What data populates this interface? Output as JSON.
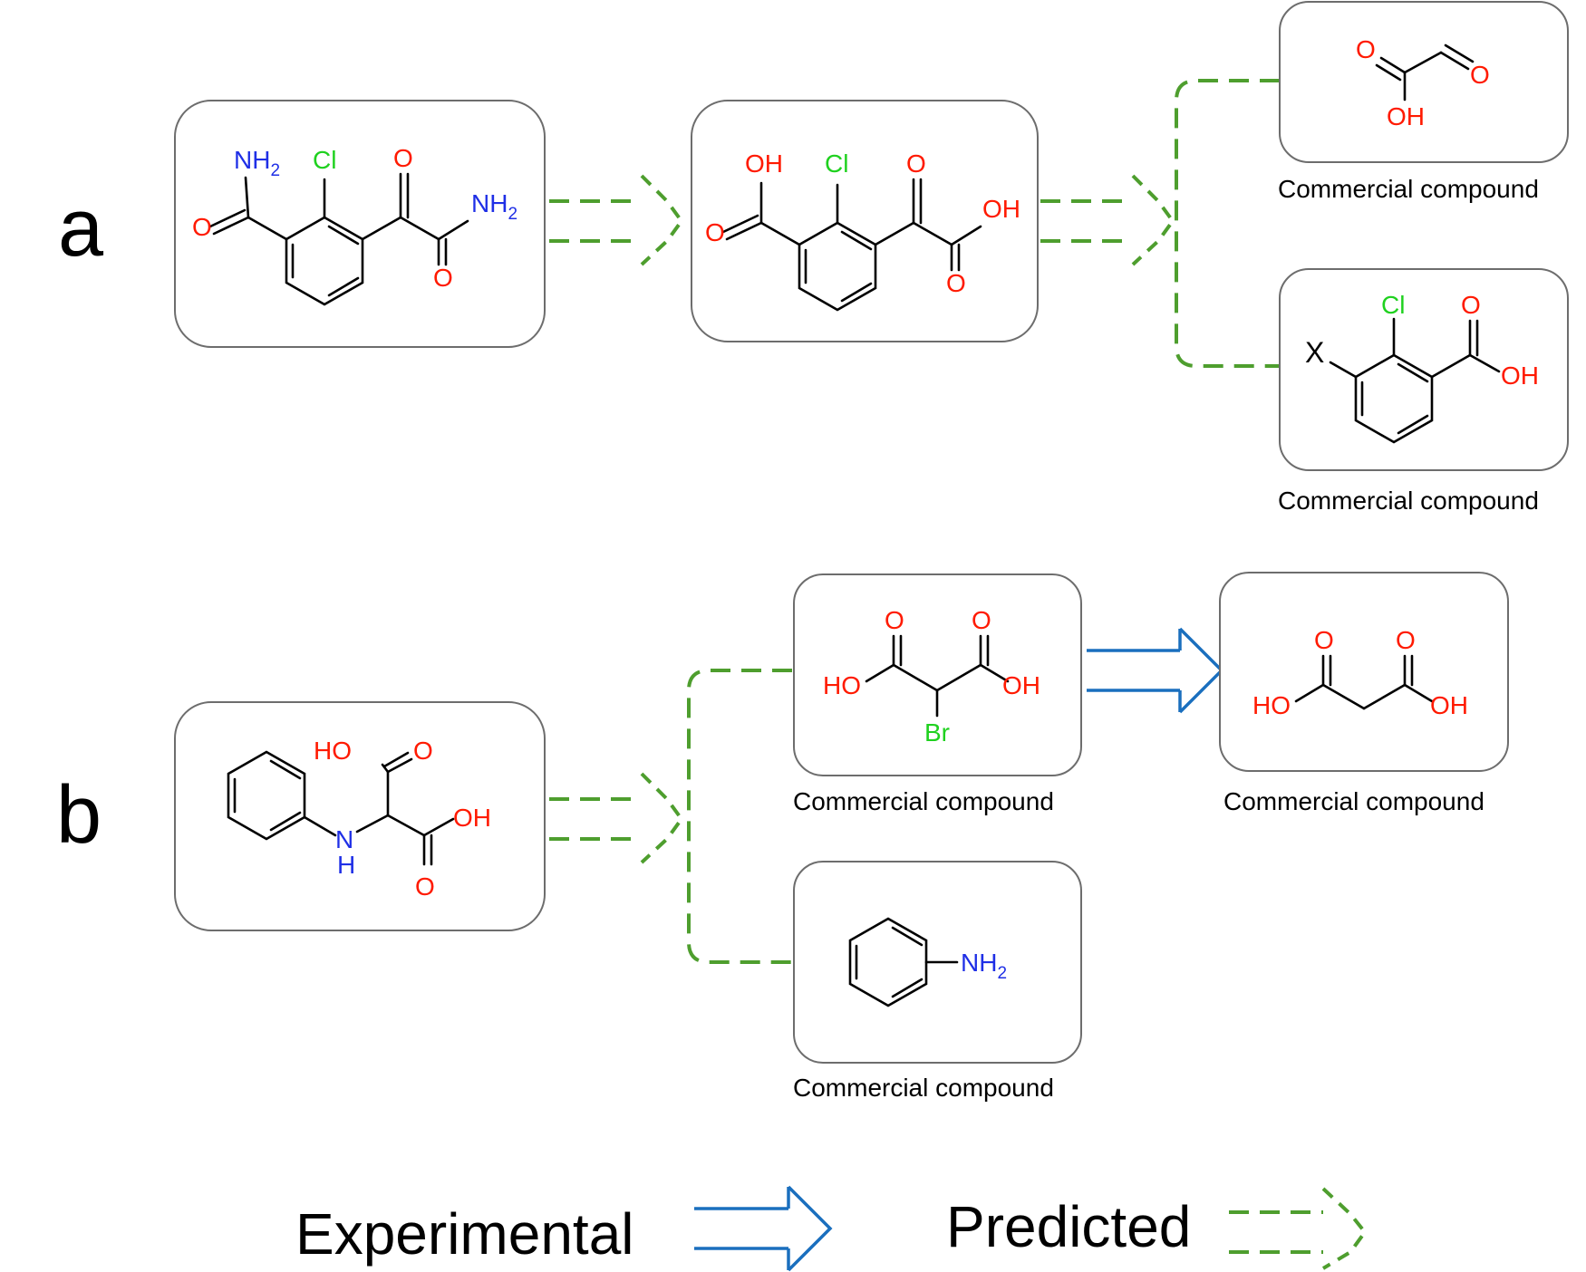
{
  "panels": {
    "a": {
      "label": "a"
    },
    "b": {
      "label": "b"
    }
  },
  "captions": {
    "commercial": "Commercial compound"
  },
  "legend": {
    "experimental_label": "Experimental",
    "predicted_label": "Predicted"
  },
  "atoms": {
    "nh2": "NH",
    "sub2": "2",
    "cl": "Cl",
    "o": "O",
    "oh": "OH",
    "ho": "HO",
    "br": "Br",
    "n": "N",
    "h": "H",
    "x": "X"
  },
  "colors": {
    "predicted": "#4e9e2e",
    "experimental": "#1a6fbe",
    "oxygen": "#ff1a00",
    "nitrogen": "#1f2fe6",
    "halogen": "#1fd11f"
  }
}
